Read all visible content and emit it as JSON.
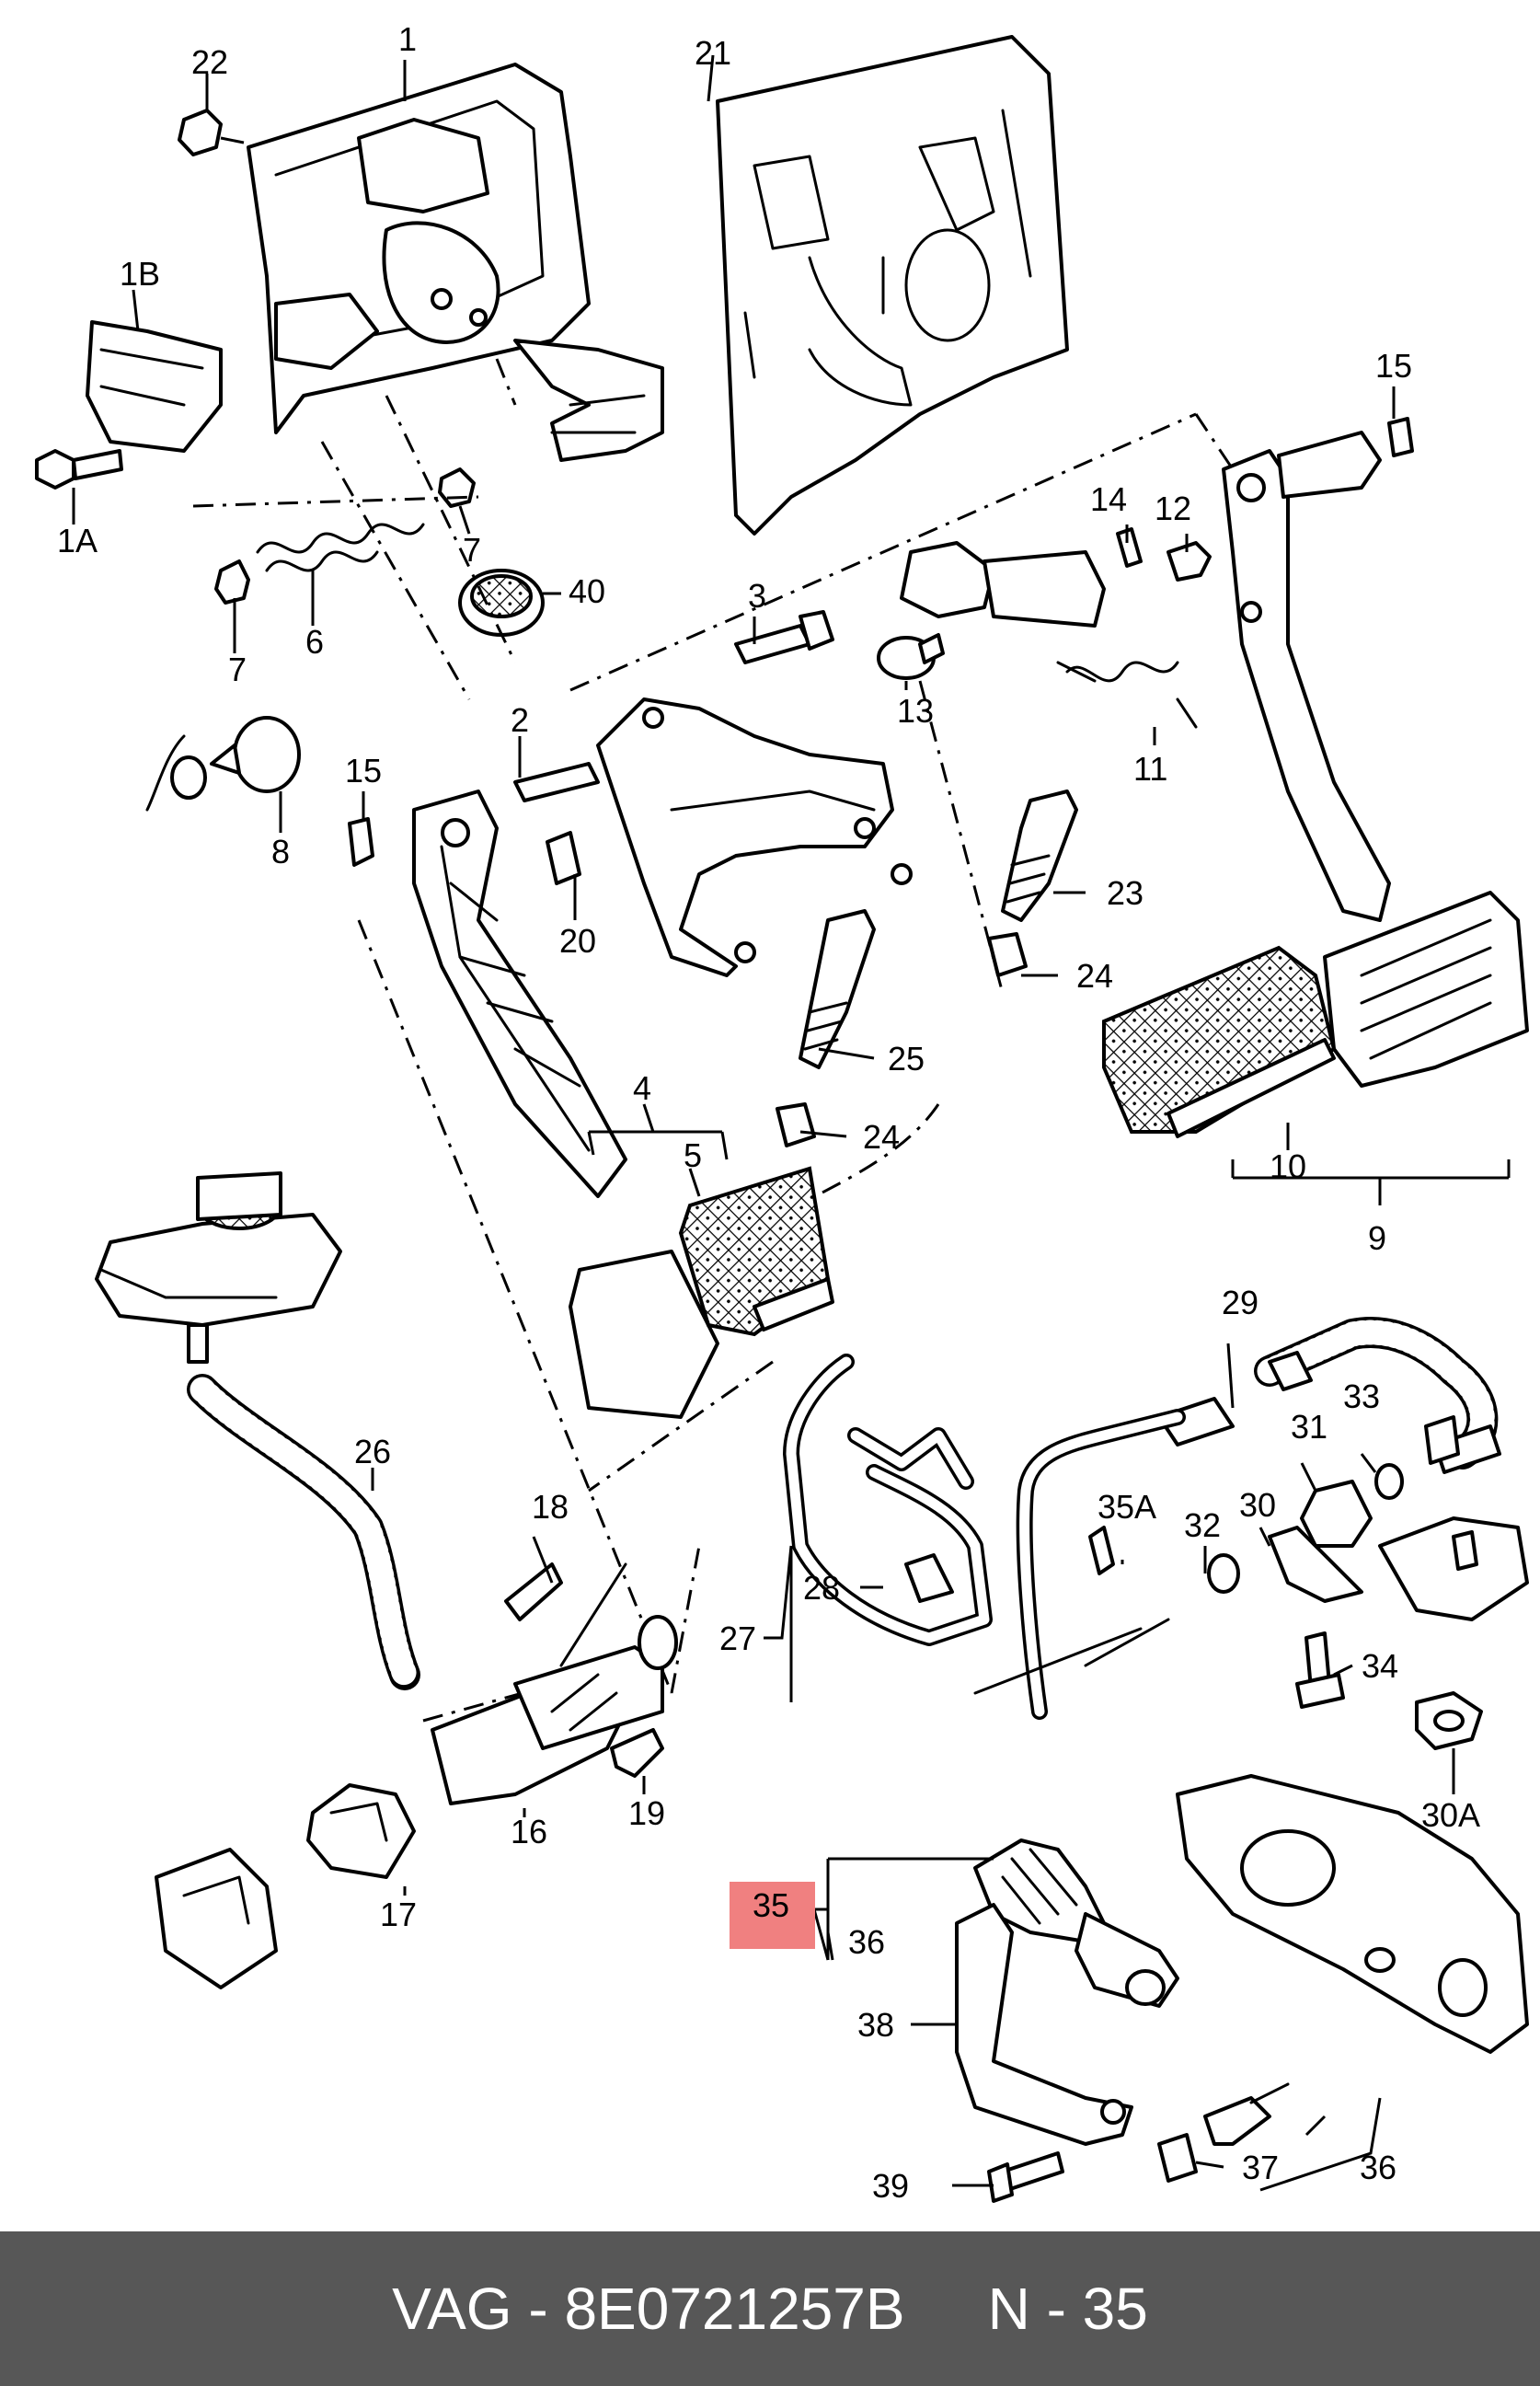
{
  "labels": {
    "l1": "1",
    "l1a": "1A",
    "l1b": "1B",
    "l2": "2",
    "l3": "3",
    "l4": "4",
    "l5": "5",
    "l6": "6",
    "l7a": "7",
    "l7b": "7",
    "l8": "8",
    "l9": "9",
    "l10": "10",
    "l11": "11",
    "l12": "12",
    "l13": "13",
    "l14": "14",
    "l15a": "15",
    "l15b": "15",
    "l16": "16",
    "l17": "17",
    "l18": "18",
    "l19": "19",
    "l20": "20",
    "l21": "21",
    "l22": "22",
    "l23": "23",
    "l24a": "24",
    "l24b": "24",
    "l25": "25",
    "l26": "26",
    "l27": "27",
    "l28": "28",
    "l29": "29",
    "l30": "30",
    "l30a": "30A",
    "l31": "31",
    "l32": "32",
    "l33": "33",
    "l34": "34",
    "l35": "35",
    "l35a": "35A",
    "l36a": "36",
    "l36b": "36",
    "l37": "37",
    "l38": "38",
    "l39": "39",
    "l40": "40"
  },
  "highlight": {
    "color": "#f08080",
    "part": "35"
  },
  "footer": {
    "brand": "VAG",
    "sep1": "-",
    "part_number": "8E0721257B",
    "position_prefix": "N",
    "sep2": "-",
    "position_number": "35",
    "background": "#575757"
  }
}
